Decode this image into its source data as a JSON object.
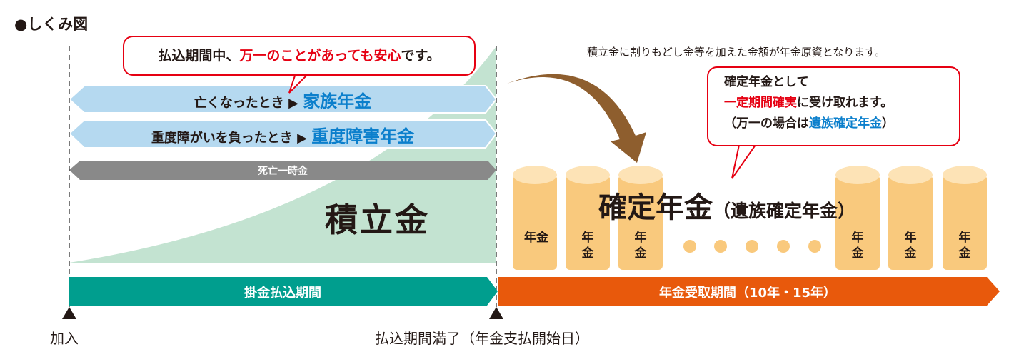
{
  "title": "●しくみ図",
  "bubble_top": {
    "prefix": "払込期間中、",
    "highlight": "万一のことがあっても安心",
    "suffix": "です。"
  },
  "arrows": [
    {
      "label": "亡くなったとき ▶ ",
      "benefit": "家族年金"
    },
    {
      "label": "重度障がいを負ったとき ▶ ",
      "benefit": "重度障害年金"
    },
    {
      "label": "死亡一時金"
    }
  ],
  "accumulation_label": "積立金",
  "note": "積立金に割りもどし金等を加えた金額が年金原資となります。",
  "bubble_right": {
    "line1": "確定年金として",
    "line2_highlight": "一定期間確実",
    "line2_suffix": "に受け取れます。",
    "line3_prefix": "（万一の場合は",
    "line3_highlight": "遺族確定年金",
    "line3_suffix": "）"
  },
  "annuity_label": "確定年金",
  "annuity_sub": "（遺族確定年金）",
  "coin_label": "年金",
  "timeline": {
    "payment_period": "掛金払込期間",
    "receipt_period": "年金受取期間（10年・15年）"
  },
  "milestones": {
    "start": "加入",
    "end": "払込期間満了（年金支払開始日）"
  },
  "colors": {
    "green_bar": "#009e8e",
    "orange_bar": "#e8590c",
    "light_blue": "#b5d9f0",
    "gray": "#898989",
    "accum": "#c3e3d1",
    "coin": "#f9c97d",
    "brown": "#8e5e2e",
    "red": "#e60012",
    "blue": "#0b7fcc"
  }
}
